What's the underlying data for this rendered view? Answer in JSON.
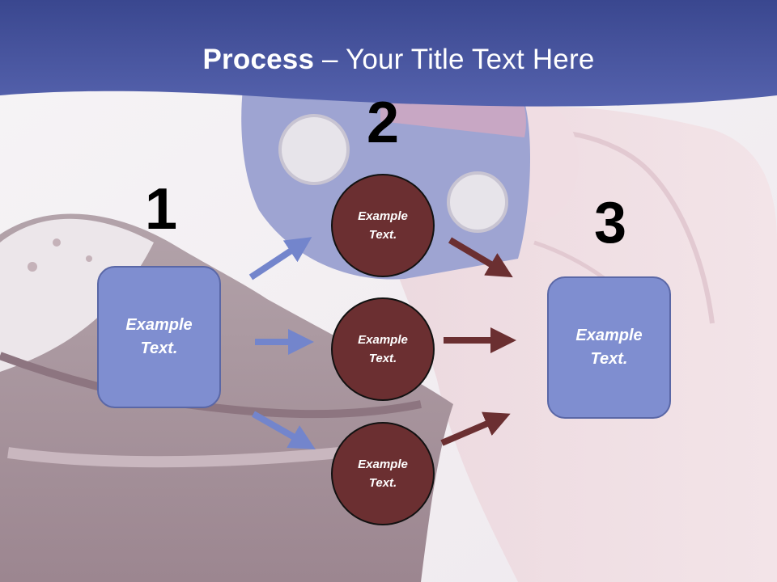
{
  "title": {
    "bold": "Process",
    "rest": " – Your Title Text Here"
  },
  "steps": [
    {
      "number": "1",
      "text": "Example Text."
    },
    {
      "number": "2",
      "items": [
        {
          "text": "Example Text."
        },
        {
          "text": "Example Text."
        },
        {
          "text": "Example Text."
        }
      ]
    },
    {
      "number": "3",
      "text": "Example Text."
    }
  ],
  "colors": {
    "header": "#4957a6",
    "box_fill": "#7f8ed0",
    "circle_fill": "#6b2f31",
    "arrow_blue": "#7385cc",
    "arrow_maroon": "#6b2f31"
  }
}
